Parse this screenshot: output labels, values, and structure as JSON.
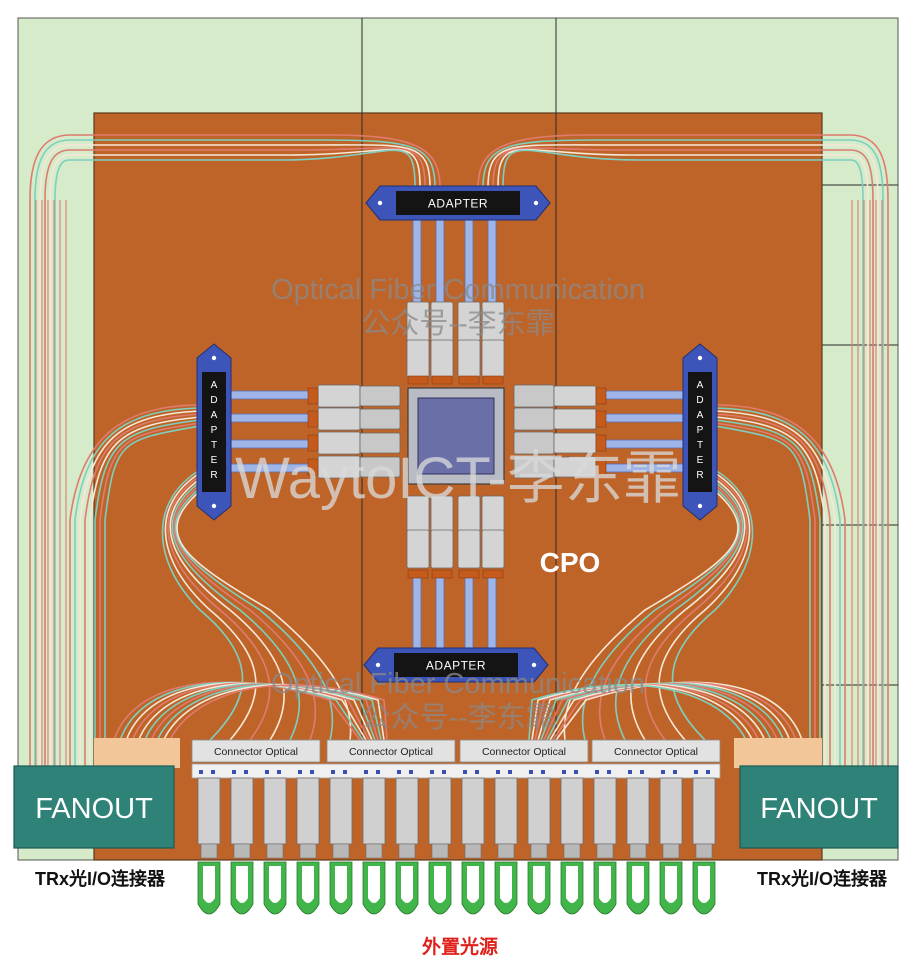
{
  "labels": {
    "adapter": "ADAPTER",
    "adapter_vertical": [
      "A",
      "D",
      "A",
      "P",
      "T",
      "E",
      "R"
    ],
    "connector": "Connector Optical",
    "fanout": "FANOUT",
    "cpo": "CPO",
    "trx": "TRx光I/O连接器",
    "els": "外置光源"
  },
  "watermarks": {
    "line1": "Optical Fiber Communication",
    "line2": "公众号--李东霏",
    "big": "WaytoICT-李东霏"
  },
  "colors": {
    "board_green": "#d5ebc9",
    "substrate": "#bf6428",
    "adapter_blue": "#3d55b8",
    "adapter_black": "#141414",
    "fiber_red": "#e07b70",
    "fiber_teal": "#7dcfc0",
    "fiber_white": "#f6e8d8",
    "fanout": "#2f8277",
    "chip": "#6a6fa8",
    "plug_green": "#42b54a",
    "label_red": "#e0201a"
  }
}
